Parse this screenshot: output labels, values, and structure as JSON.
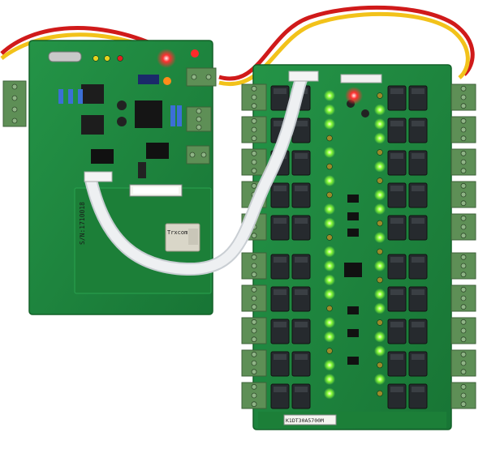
{
  "photo": {
    "subject": "",
    "colors": {
      "background": "#ffffff",
      "pcb": "#1f8a3c",
      "pcb_dark": "#16702f",
      "terminal": "#5e8f56",
      "relay": "#262a2e",
      "led_green": "#7dff3a",
      "led_red": "#ff2a2a",
      "wire_red": "#d01a1a",
      "wire_yellow": "#f2c21a",
      "ribbon": "#e9ecef",
      "sticker": "#f5f5f0"
    }
  },
  "controller_board": {
    "serial_sticker": "S/N:1710018",
    "network_module_brand": "Trxcom"
  },
  "relay_board": {
    "barcode_label": "K1DT30A5700M"
  }
}
